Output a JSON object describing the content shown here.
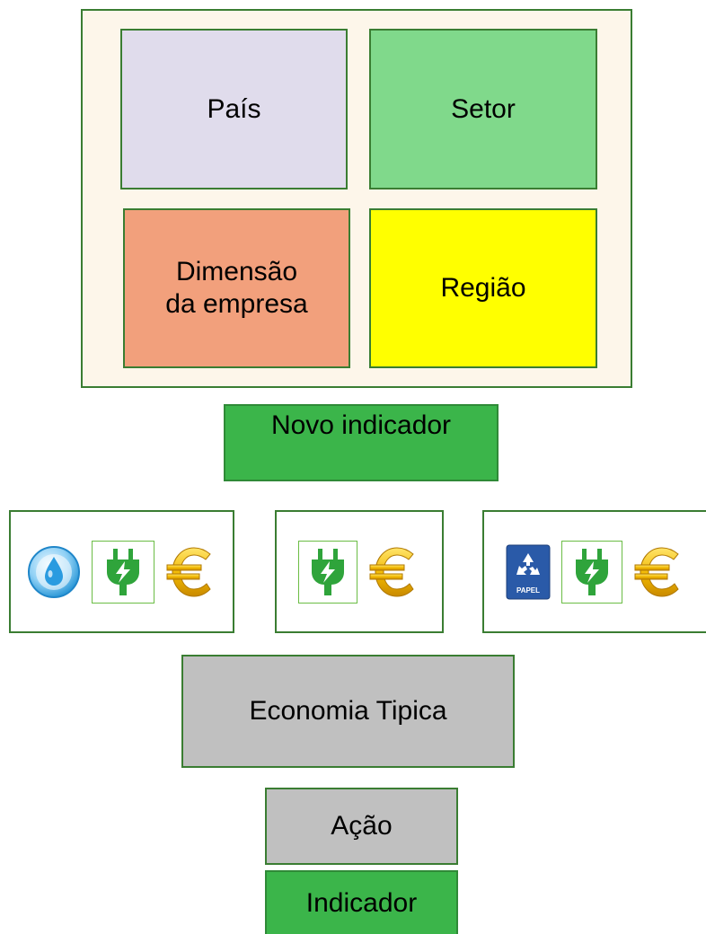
{
  "filters": {
    "pais": "País",
    "setor": "Setor",
    "dimensao_line1": "Dimensão",
    "dimensao_line2": "da empresa",
    "regiao": "Região"
  },
  "new_indicator_label": "Novo indicador",
  "icon_groups": [
    {
      "icons": [
        "water-drop-icon",
        "plug-icon",
        "euro-icon"
      ]
    },
    {
      "icons": [
        "plug-icon",
        "euro-icon"
      ]
    },
    {
      "icons": [
        "recycle-paper-icon",
        "plug-icon",
        "euro-icon"
      ]
    }
  ],
  "paper_label": "PAPEL",
  "typical_economy_label": "Economia Tipica",
  "legend": {
    "action": "Ação",
    "indicator": "Indicador"
  },
  "colors": {
    "pais": "#e0dcec",
    "setor": "#80d98b",
    "dimensao": "#f2a07c",
    "regiao": "#ffff00",
    "indicator": "#3bb54a",
    "action": "#c0c0c0"
  }
}
